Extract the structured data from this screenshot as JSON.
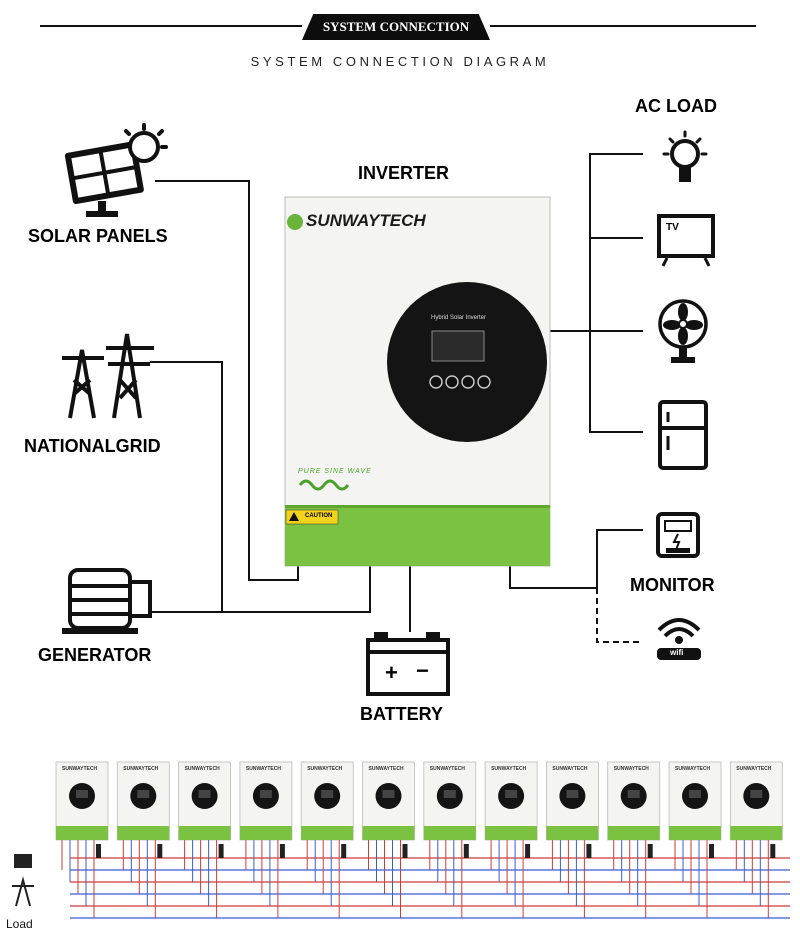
{
  "header": {
    "banner": "SYSTEM CONNECTION",
    "subtitle": "SYSTEM CONNECTION DIAGRAM"
  },
  "labels": {
    "solar_panels": "SOLAR PANELS",
    "national_grid": "NATIONALGRID",
    "generator": "GENERATOR",
    "inverter": "INVERTER",
    "battery": "BATTERY",
    "ac_load": "AC LOAD",
    "monitor": "MONITOR"
  },
  "inverter": {
    "brand": "SUNWAYTECH",
    "display_title": "Hybrid Solar Inverter",
    "pure_sine_wave": "PURE SINE WAVE",
    "caution": "CAUTION"
  },
  "icons": {
    "tv_text": "TV",
    "wifi_text": "wifi",
    "battery_plus": "+",
    "battery_minus": "−"
  },
  "parallel": {
    "unit_brand": "SUNWAYTECH",
    "load_label": "Load"
  },
  "colors": {
    "accent_green": "#7cc242",
    "panel_dark": "#111111",
    "wire_red": "#d23b3b",
    "wire_blue": "#3b5bd2"
  }
}
